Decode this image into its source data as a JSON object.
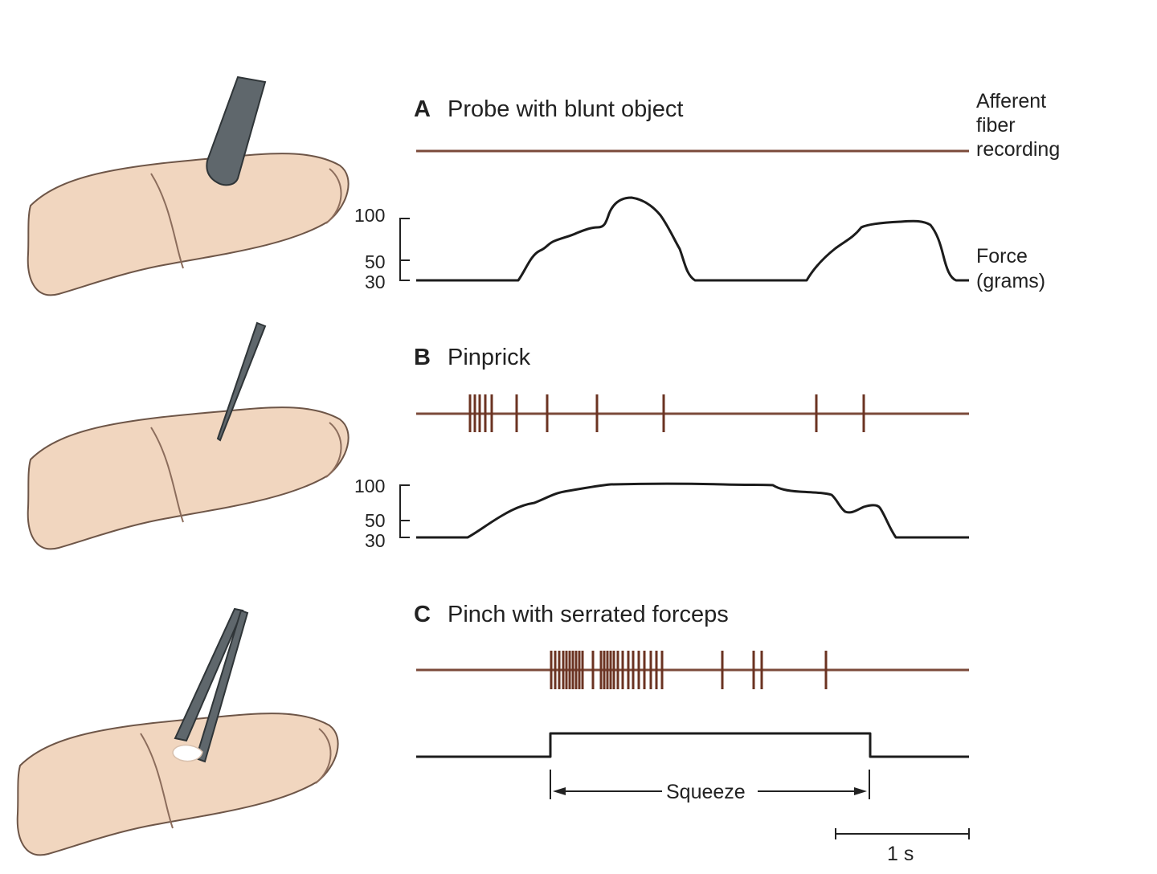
{
  "panels": [
    {
      "letter": "A",
      "title": "Probe with blunt object",
      "tool_icon": "blunt-probe-icon",
      "spikes": [],
      "force_profile": "smooth"
    },
    {
      "letter": "B",
      "title": "Pinprick",
      "tool_icon": "pin-icon",
      "spikes": [
        585,
        591,
        597,
        604,
        612,
        643,
        681,
        743,
        826,
        1016,
        1075
      ],
      "force_profile": "smooth"
    },
    {
      "letter": "C",
      "title": "Pinch with serrated forceps",
      "tool_icon": "forceps-icon",
      "spikes": [
        686,
        691,
        696,
        701,
        705,
        709,
        713,
        717,
        721,
        725,
        738,
        748,
        752,
        756,
        760,
        764,
        769,
        775,
        782,
        788,
        795,
        802,
        810,
        817,
        824,
        899,
        938,
        948,
        1028
      ],
      "force_profile": "step"
    }
  ],
  "labels": {
    "afferent": [
      "Afferent",
      "fiber",
      "recording"
    ],
    "force": [
      "Force",
      "(grams)"
    ],
    "squeeze": "Squeeze",
    "time_scale": "1 s"
  },
  "force_ticks": [
    "100",
    "50",
    "30"
  ],
  "colors": {
    "recording_line": "#7b4a3a",
    "spike": "#6b3322",
    "trace": "#1c1c1c",
    "skin": "#f1d6bf",
    "tool": "#5f676c"
  }
}
